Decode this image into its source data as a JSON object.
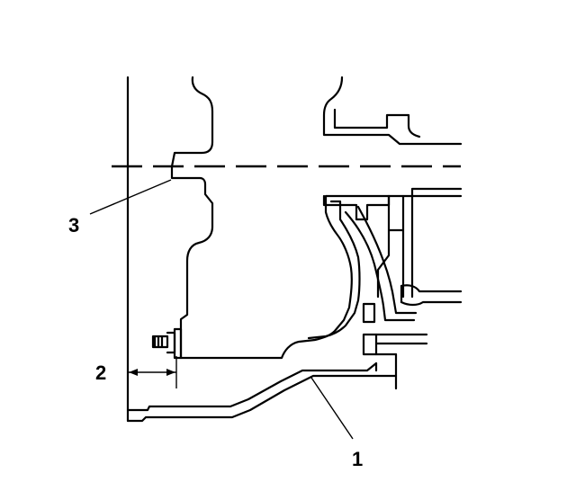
{
  "callouts": [
    {
      "id": "1",
      "text": "1"
    },
    {
      "id": "2",
      "text": "2"
    },
    {
      "id": "3",
      "text": "3"
    }
  ],
  "colors": {
    "line": "#000000",
    "background": "#ffffff"
  }
}
